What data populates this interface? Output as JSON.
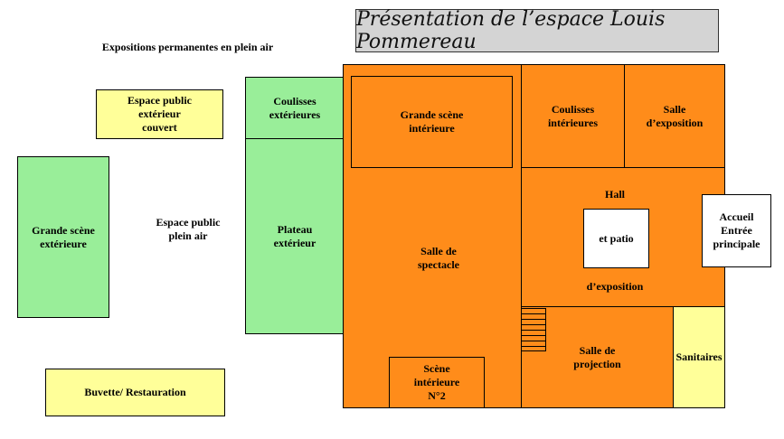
{
  "title": "Présentation de l’espace Louis Pommereau",
  "heading": "Expositions permanentes en  plein air",
  "outdoor": {
    "espace_couvert": "Espace public\nextérieur\ncouvert",
    "grande_scene_ext": "Grande scène\nextérieure",
    "espace_plein_air": "Espace public\nplein air",
    "buvette": "Buvette/ Restauration",
    "coulisses_ext": "Coulisses\nextérieures",
    "plateau_ext": "Plateau\nextérieur"
  },
  "building": {
    "grande_scene_int": "Grande  scène\nintérieure",
    "salle_spectacle": "Salle de\nspectacle",
    "scene_int_2": "Scène\nintérieure\nN°2",
    "coulisses_int": "Coulisses\nintérieures",
    "salle_exposition": "Salle\nd’exposition",
    "hall": "Hall",
    "patio": "et   patio",
    "hall_exposition": "d’exposition",
    "accueil": "Accueil\nEntrée\nprincipale",
    "salle_projection": "Salle de\nprojection",
    "sanitaires": "Sanitaires"
  },
  "colors": {
    "building": "#FF8C1A",
    "stage_green": "#99EE99",
    "public_yellow": "#FFFF99"
  }
}
